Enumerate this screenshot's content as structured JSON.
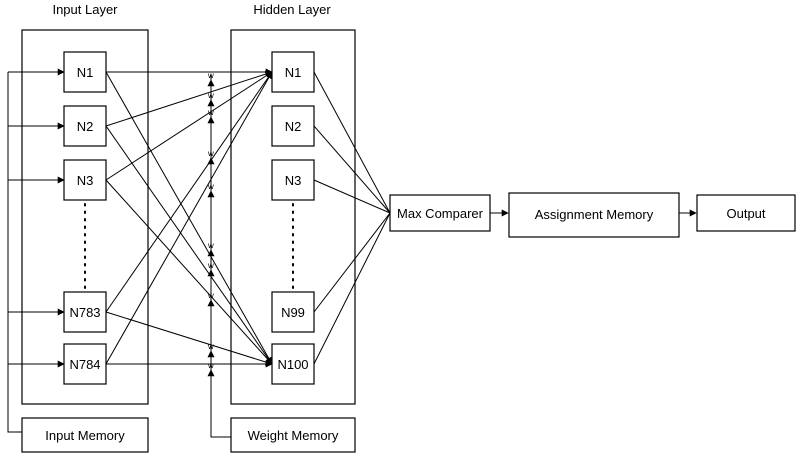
{
  "input_layer": {
    "title": "Input Layer",
    "nodes": [
      "N1",
      "N2",
      "N3",
      "N783",
      "N784"
    ]
  },
  "hidden_layer": {
    "title": "Hidden Layer",
    "nodes": [
      "N1",
      "N2",
      "N3",
      "N99",
      "N100"
    ]
  },
  "weight_label": "w",
  "blocks": {
    "max_comparer": "Max Comparer",
    "assignment_memory": "Assignment Memory",
    "output": "Output",
    "input_memory": "Input Memory",
    "weight_memory": "Weight Memory"
  }
}
